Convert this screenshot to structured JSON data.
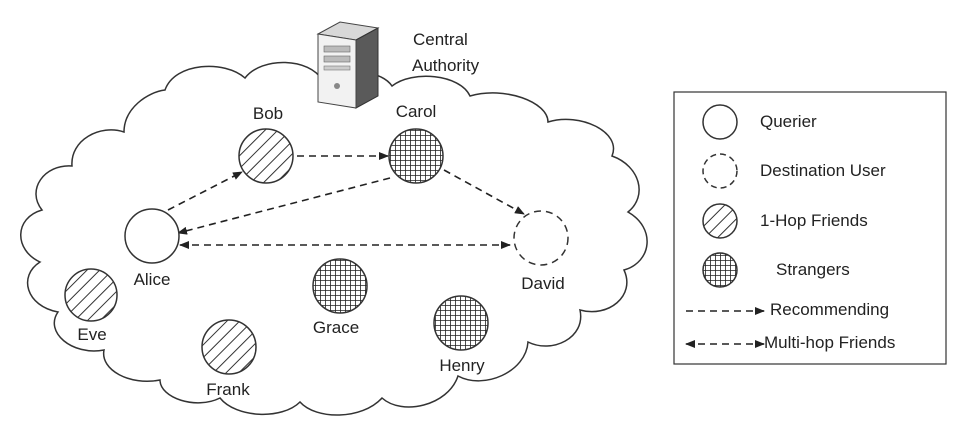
{
  "central_authority": {
    "line1": "Central",
    "line2": "Authority"
  },
  "nodes": {
    "alice": "Alice",
    "bob": "Bob",
    "carol": "Carol",
    "david": "David",
    "eve": "Eve",
    "frank": "Frank",
    "grace": "Grace",
    "henry": "Henry"
  },
  "legend": {
    "querier": "Querier",
    "destination": "Destination User",
    "one_hop": "1-Hop Friends",
    "strangers": "Strangers",
    "recommending": "Recommending",
    "multi_hop": "Multi-hop Friends"
  }
}
